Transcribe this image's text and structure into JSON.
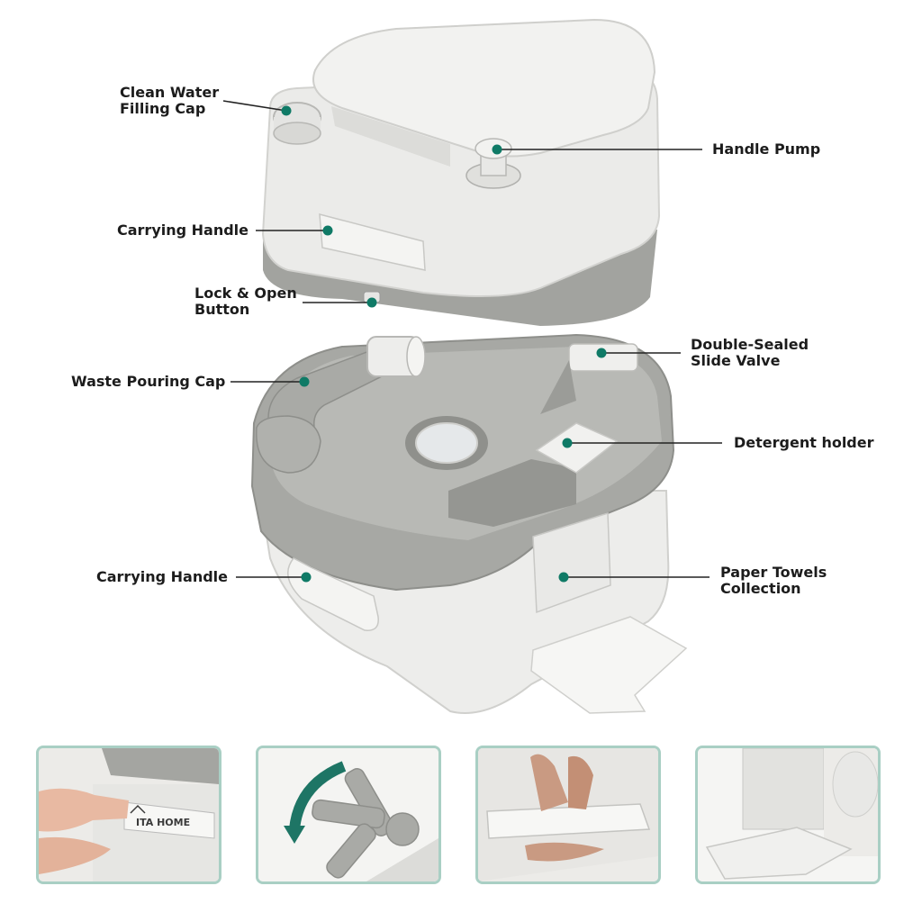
{
  "callouts": {
    "clean_water_cap_1": "Clean Water",
    "clean_water_cap_2": "Filling Cap",
    "handle_pump": "Handle Pump",
    "carrying_handle_top": "Carrying Handle",
    "lock_open_1": "Lock & Open",
    "lock_open_2": "Button",
    "double_sealed_1": "Double-Sealed",
    "double_sealed_2": "Slide Valve",
    "waste_pouring_cap": "Waste Pouring Cap",
    "detergent_holder": "Detergent holder",
    "carrying_handle_bottom": "Carrying Handle",
    "paper_towels_1": "Paper Towels",
    "paper_towels_2": "Collection"
  },
  "brand": {
    "logo_text": "ITA HOME"
  },
  "colors": {
    "accent": "#0f7a66",
    "thumb_border": "#a9cfc4",
    "body_white": "#ececea",
    "body_grey": "#9e9f9b"
  }
}
